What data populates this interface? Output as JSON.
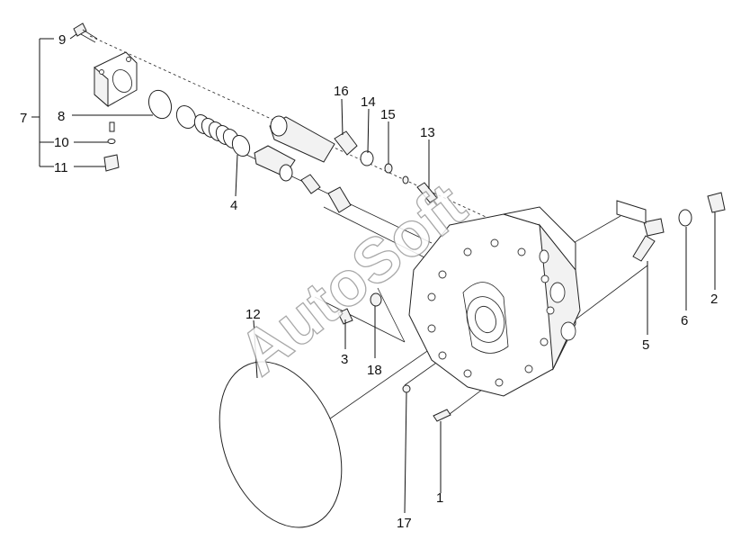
{
  "watermark": {
    "text": "AutoSoft"
  },
  "callouts": [
    {
      "id": "1",
      "label": "1"
    },
    {
      "id": "2",
      "label": "2"
    },
    {
      "id": "3",
      "label": "3"
    },
    {
      "id": "4",
      "label": "4"
    },
    {
      "id": "5",
      "label": "5"
    },
    {
      "id": "6",
      "label": "6"
    },
    {
      "id": "7",
      "label": "7"
    },
    {
      "id": "8",
      "label": "8"
    },
    {
      "id": "9",
      "label": "9"
    },
    {
      "id": "10",
      "label": "10"
    },
    {
      "id": "11",
      "label": "11"
    },
    {
      "id": "12",
      "label": "12"
    },
    {
      "id": "13",
      "label": "13"
    },
    {
      "id": "14",
      "label": "14"
    },
    {
      "id": "15",
      "label": "15"
    },
    {
      "id": "16",
      "label": "16"
    },
    {
      "id": "17",
      "label": "17"
    },
    {
      "id": "18",
      "label": "18"
    }
  ]
}
